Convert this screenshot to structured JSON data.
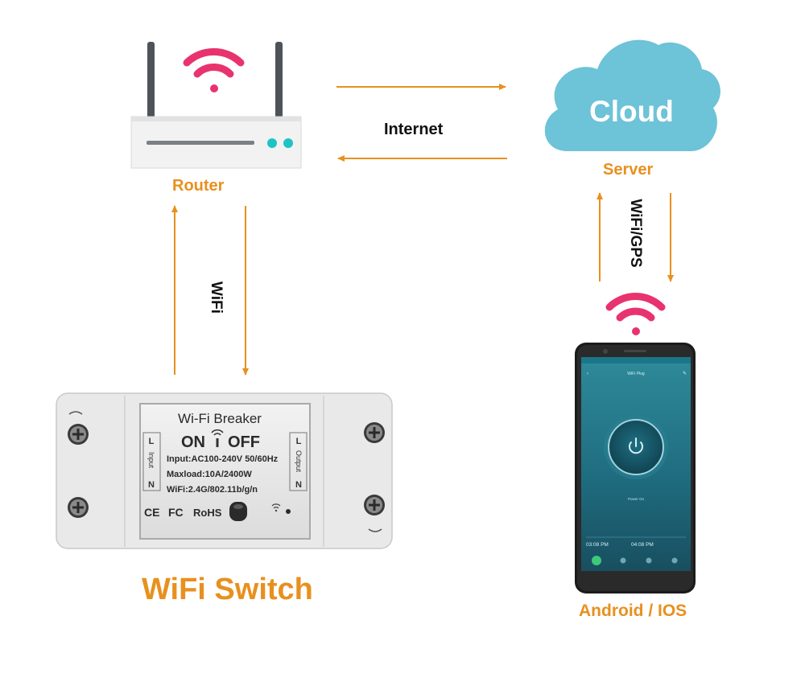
{
  "labels": {
    "router": "Router",
    "cloud": "Cloud",
    "server": "Server",
    "internet": "Internet",
    "wifi": "WiFi",
    "wifi_gps": "WiFi/GPS",
    "wifi_switch": "WiFi Switch",
    "android_ios": "Android / IOS"
  },
  "breaker": {
    "title": "Wi-Fi Breaker",
    "on": "ON",
    "off": "OFF",
    "input_spec": "Input:AC100-240V 50/60Hz",
    "maxload": "Maxload:10A/2400W",
    "wifi_spec": "WiFi:2.4G/802.11b/g/n",
    "left_l": "L",
    "left_n": "N",
    "left_side": "Input",
    "right_l": "L",
    "right_n": "N",
    "right_side": "Output",
    "ce": "CE",
    "fc": "FC",
    "rohs": "RoHS"
  },
  "phone": {
    "app_title": "WiFi Plug",
    "power_status": "Power On",
    "time_left": "03:08 PM",
    "time_right": "04:08 PM"
  },
  "colors": {
    "arrow": "#e8901e",
    "wifi_signal": "#e8336f",
    "cloud": "#6dc3d7",
    "router_led": "#1ec4c4",
    "label_orange": "#e8901e"
  }
}
